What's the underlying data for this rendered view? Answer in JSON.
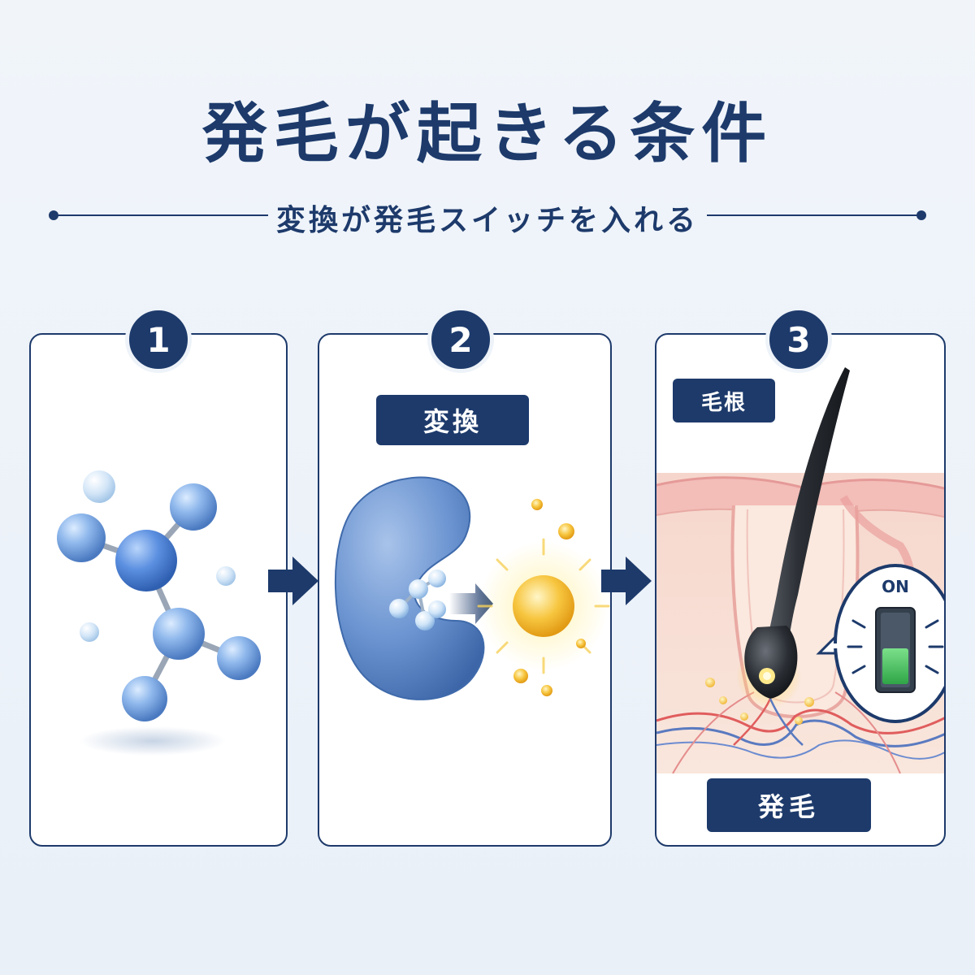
{
  "title": "発毛が起きる条件",
  "subtitle": "変換が発毛スイッチを入れる",
  "steps": [
    {
      "number": "1"
    },
    {
      "number": "2",
      "label": "変換"
    },
    {
      "number": "3",
      "label": "毛根",
      "switch_label": "ON",
      "result_label": "発毛"
    }
  ],
  "colors": {
    "navy": "#1d3a6b",
    "molecule_blue": "#5b8fd6",
    "enzyme_blue": "#5a86c8",
    "sun_gold": "#f3b625",
    "skin_pink": "#f4c9c0",
    "switch_green": "#3fbf5a"
  }
}
